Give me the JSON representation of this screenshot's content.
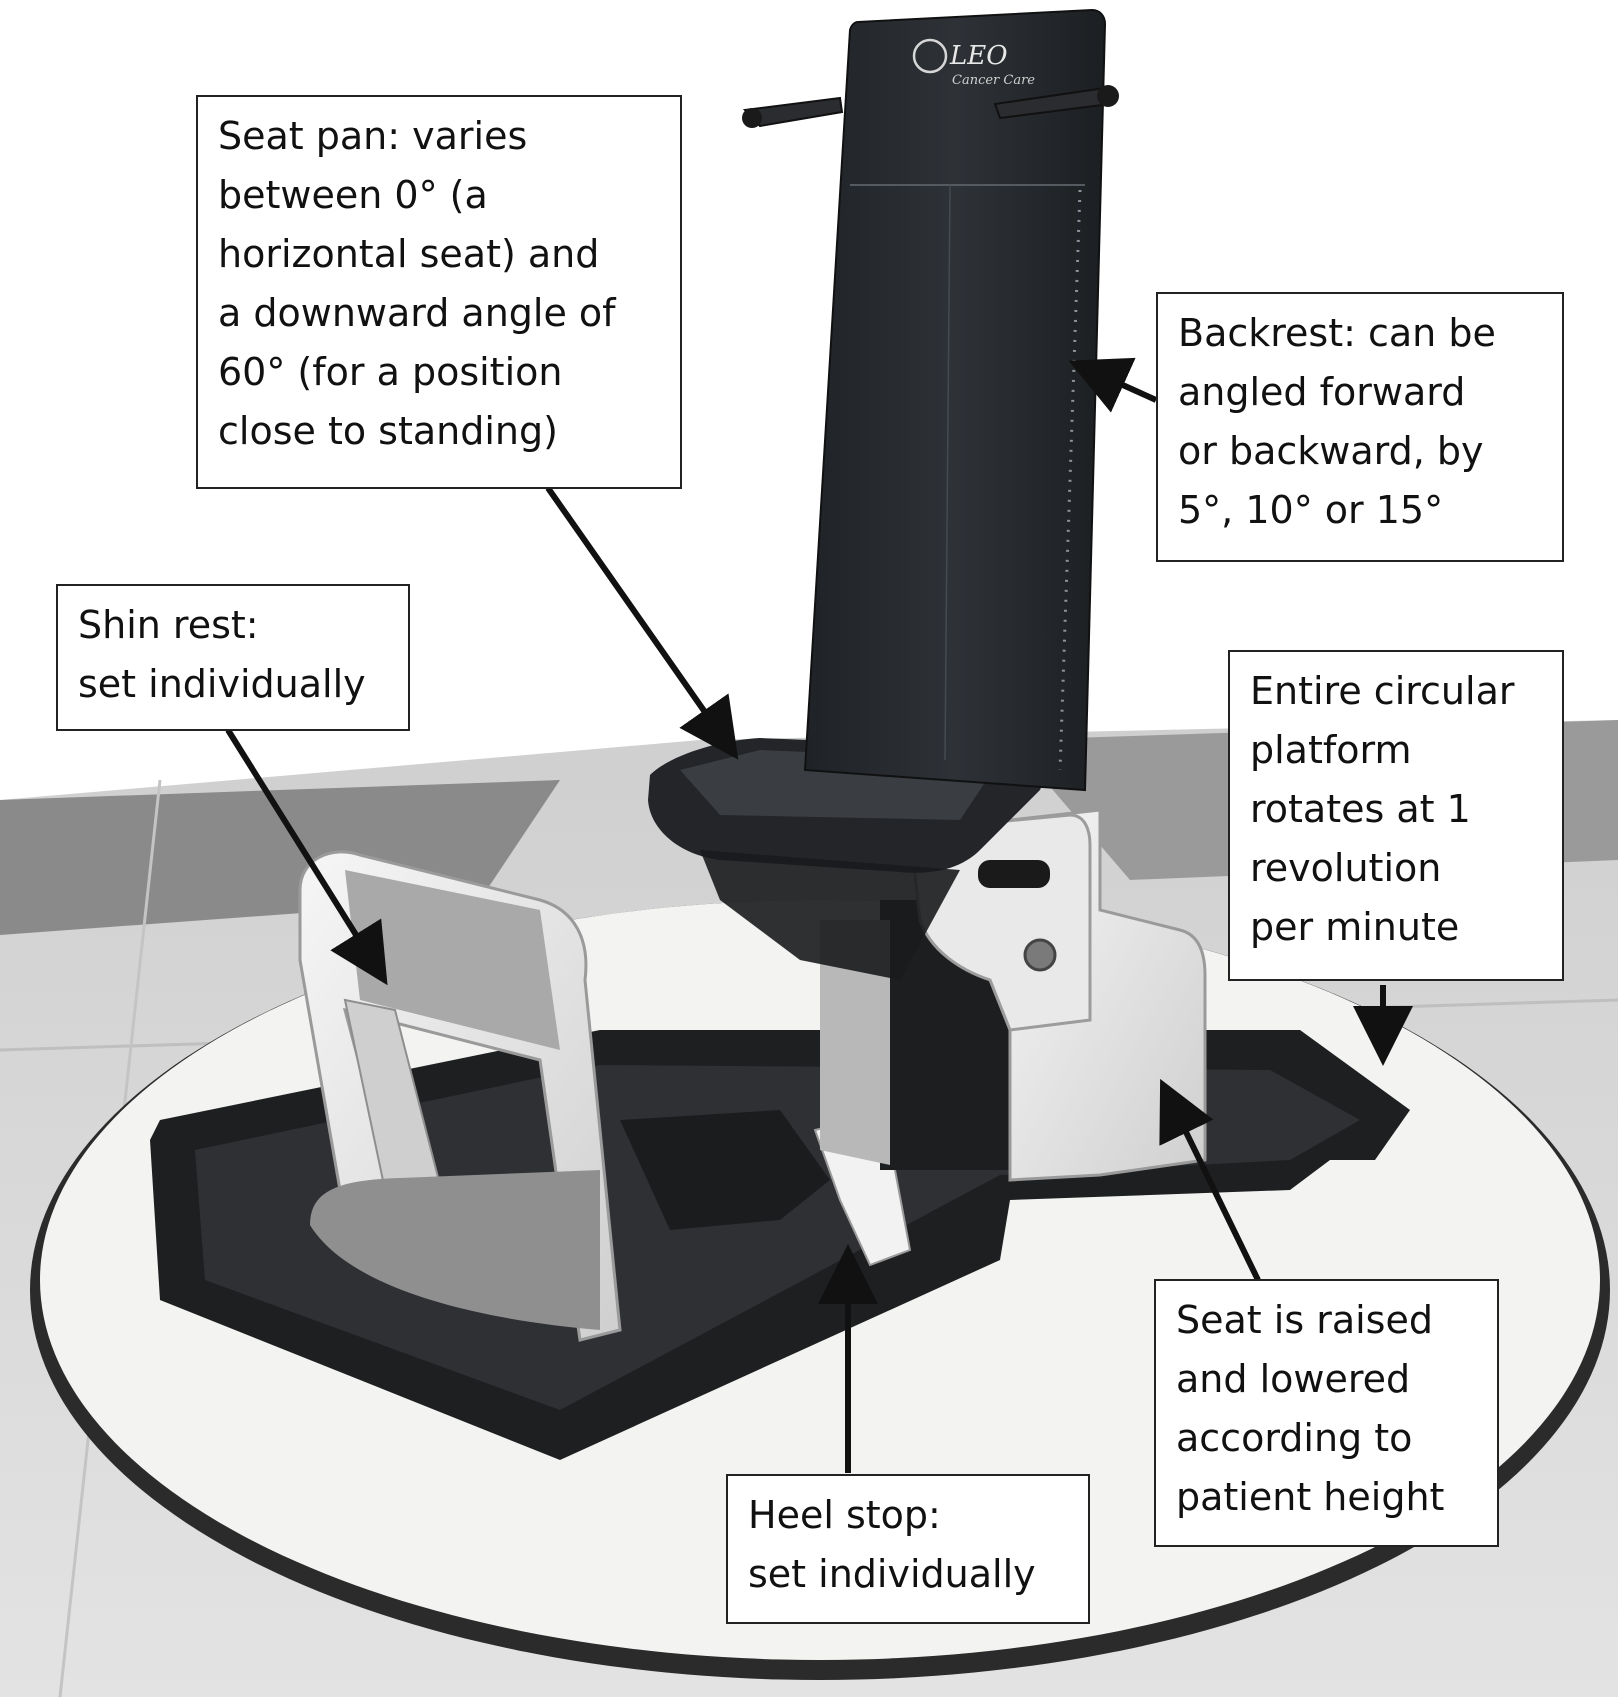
{
  "logo": {
    "brand": "LEO",
    "subtitle": "Cancer Care"
  },
  "callouts": {
    "seat_pan": {
      "lines": [
        "Seat pan: varies",
        "between 0° (a",
        "horizontal seat) and",
        "a downward angle of",
        "60° (for a position",
        "close to standing)"
      ]
    },
    "backrest": {
      "lines": [
        "Backrest: can be",
        "angled forward",
        "or backward, by",
        "5°, 10° or 15°"
      ]
    },
    "shin_rest": {
      "lines": [
        "Shin rest:",
        "set individually"
      ]
    },
    "platform": {
      "lines": [
        "Entire circular",
        "platform",
        "rotates at 1",
        "revolution",
        "per minute"
      ]
    },
    "seat_height": {
      "lines": [
        "Seat is raised",
        "and lowered",
        "according to",
        "patient height"
      ]
    },
    "heel_stop": {
      "lines": [
        "Heel stop:",
        "set individually"
      ]
    }
  },
  "colors": {
    "floor_tile": "#d9d9d9",
    "floor_dark": "#7d7d7d",
    "platform_disc": "#f4f4f2",
    "chair_dark": "#2a2d31",
    "chair_white": "#e8e8e8",
    "arrow": "#111111"
  }
}
